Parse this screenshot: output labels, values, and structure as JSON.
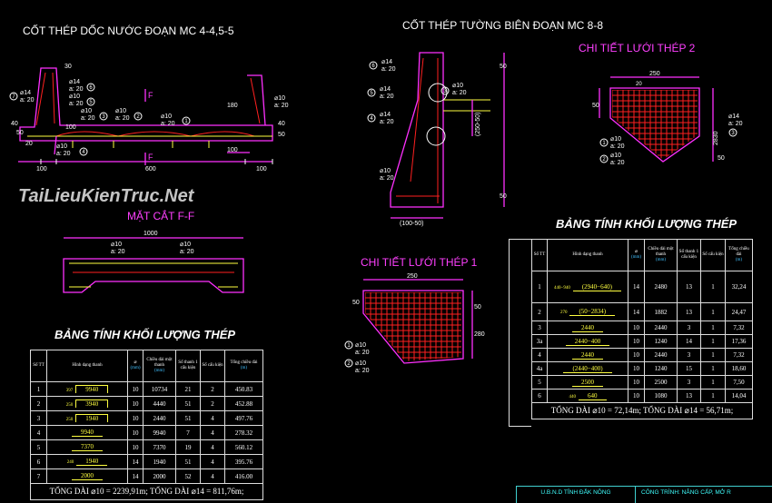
{
  "titles": {
    "doc_nuoc": "CỐT THÉP  DỐC NƯỚC ĐOẠN MC 4-4,5-5",
    "tuong_bien": "CỐT THÉP TƯỜNG BIÊN ĐOẠN MC 8-8",
    "luoi_2": "CHI TIẾT LƯỚI THÉP 2",
    "luoi_1": "CHI TIẾT LƯỚI THÉP 1",
    "mat_cat": "MẶT CẮT F-F",
    "bang_1": "BẢNG TÍNH KHỐI LƯỢNG THÉP",
    "bang_2": "BẢNG TÍNH KHỐI LƯỢNG THÉP"
  },
  "watermark": "TaiLieuKienTruc.Net",
  "drawing1": {
    "labels": [
      "⌀14",
      "a: 20",
      "⌀10",
      "a: 20",
      "⌀10",
      "a: 20",
      "⌀10",
      "a: 20",
      "⌀10",
      "a: 20",
      "⌀14",
      "a: 20",
      "⌀10",
      "a: 20",
      "⌀10",
      "a: 20"
    ],
    "markers": [
      "1",
      "2",
      "3",
      "4",
      "5",
      "6",
      "7"
    ],
    "dims": [
      "30",
      "40",
      "50",
      "20",
      "100",
      "100",
      "600",
      "100",
      "100",
      "180",
      "40",
      "50",
      "F",
      "F"
    ]
  },
  "drawing2": {
    "labels": [
      "⌀14",
      "a: 20",
      "⌀14",
      "a: 20",
      "⌀14",
      "a: 20",
      "⌀10",
      "a: 20",
      "⌀10",
      "a: 20"
    ],
    "markers": [
      "6",
      "5",
      "4",
      "3"
    ],
    "dims": [
      "(100-50)",
      "(250-50)",
      "50",
      "50"
    ]
  },
  "luoi2": {
    "labels": [
      "⌀10",
      "a: 20",
      "⌀10",
      "a: 20",
      "⌀14",
      "a: 20"
    ],
    "markers": [
      "1",
      "2",
      "3"
    ],
    "dims": [
      "250",
      "20",
      "50",
      "2830",
      "50"
    ]
  },
  "luoi1": {
    "labels": [
      "⌀10",
      "a: 20",
      "⌀10",
      "a: 20"
    ],
    "markers": [
      "1",
      "2"
    ],
    "dims": [
      "250",
      "50",
      "50",
      "280"
    ]
  },
  "matcat": {
    "labels": [
      "⌀10",
      "a: 20",
      "⌀10",
      "a: 20"
    ],
    "dims": [
      "1000"
    ]
  },
  "table1": {
    "headers": [
      "Số TT",
      "Hình  dạng thanh",
      "⌀",
      "(mm)",
      "Chiều dài một thanh",
      "(mm)",
      "Số thanh 1 cấu kiện",
      "Số cấu kiện",
      "Tổng chiều dài",
      "(m)"
    ],
    "rows": [
      {
        "stt": "1",
        "shape": "9940",
        "side": "397",
        "d": "10",
        "len": "10734",
        "n": "21",
        "ck": "2",
        "total": "450.83"
      },
      {
        "stt": "2",
        "shape": "3940",
        "side": "250",
        "d": "10",
        "len": "4440",
        "n": "51",
        "ck": "2",
        "total": "452.88"
      },
      {
        "stt": "3",
        "shape": "1940",
        "side": "250",
        "d": "10",
        "len": "2440",
        "n": "51",
        "ck": "4",
        "total": "497.76"
      },
      {
        "stt": "4",
        "shape": "9940",
        "side": "",
        "d": "10",
        "len": "9940",
        "n": "7",
        "ck": "4",
        "total": "278.32"
      },
      {
        "stt": "5",
        "shape": "7370",
        "side": "",
        "d": "10",
        "len": "7370",
        "n": "19",
        "ck": "4",
        "total": "560.12"
      },
      {
        "stt": "6",
        "shape": "1940",
        "side": "240",
        "d": "14",
        "len": "1940",
        "n": "51",
        "ck": "4",
        "total": "395.76"
      },
      {
        "stt": "7",
        "shape": "2000",
        "side": "",
        "d": "14",
        "len": "2000",
        "n": "52",
        "ck": "4",
        "total": "416.00"
      }
    ],
    "total": "TỔNG DÀI ⌀10 = 2239,91m;   TỔNG DÀI ⌀14 = 811,76m;"
  },
  "table2": {
    "headers": [
      "Số TT",
      "Hình  dạng thanh",
      "⌀",
      "(mm)",
      "Chiều dài một thanh",
      "(mm)",
      "Số thanh 1 cấu kiện",
      "Số cấu kiện",
      "Tổng chiều dài",
      "(m)"
    ],
    "rows": [
      {
        "stt": "1",
        "shape": "(2940−640)",
        "side": "440−940",
        "d": "14",
        "len": "2480",
        "n": "13",
        "ck": "1",
        "total": "32,24"
      },
      {
        "stt": "2",
        "shape": "(50−2834)",
        "side": "270",
        "d": "14",
        "len": "1882",
        "n": "13",
        "ck": "1",
        "total": "24,47"
      },
      {
        "stt": "3",
        "shape": "2440",
        "side": "",
        "d": "10",
        "len": "2440",
        "n": "3",
        "ck": "1",
        "total": "7,32"
      },
      {
        "stt": "3a",
        "shape": "2440−400",
        "side": "",
        "d": "10",
        "len": "1240",
        "n": "14",
        "ck": "1",
        "total": "17,36"
      },
      {
        "stt": "4",
        "shape": "2440",
        "side": "",
        "d": "10",
        "len": "2440",
        "n": "3",
        "ck": "1",
        "total": "7,32"
      },
      {
        "stt": "4a",
        "shape": "(2440−400)",
        "side": "",
        "d": "10",
        "len": "1240",
        "n": "15",
        "ck": "1",
        "total": "18,60"
      },
      {
        "stt": "5",
        "shape": "2500",
        "side": "",
        "d": "10",
        "len": "2500",
        "n": "3",
        "ck": "1",
        "total": "7,50"
      },
      {
        "stt": "6",
        "shape": "640",
        "side": "440",
        "d": "10",
        "len": "1080",
        "n": "13",
        "ck": "1",
        "total": "14,04"
      }
    ],
    "total": "TỔNG DÀI ⌀10 = 72,14m;   TỔNG DÀI ⌀14 = 56,71m;"
  },
  "title_block": {
    "left": "U.B.N.D TỈNH ĐẮK NÔNG",
    "right": "CÔNG TRÌNH: NÂNG CẤP, MỞ R"
  }
}
